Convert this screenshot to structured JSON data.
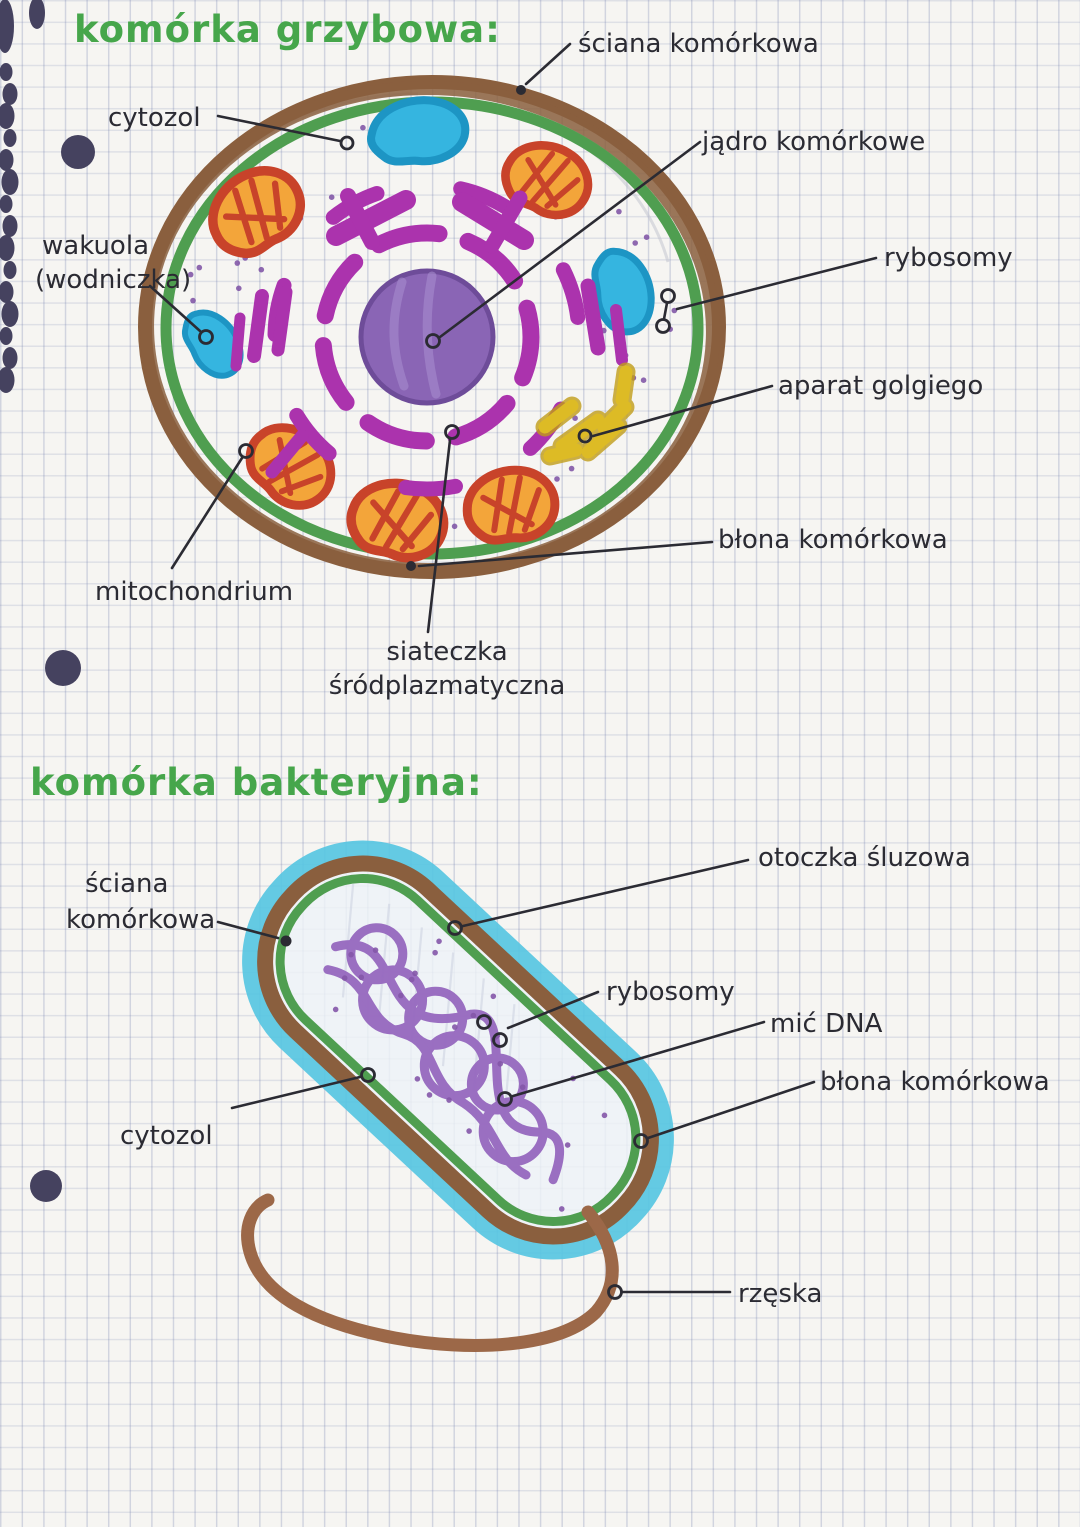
{
  "section1": {
    "title": "komórka grzybowa:",
    "labels": {
      "cell_wall": "ściana komórkowa",
      "cytosol": "cytozol",
      "nucleus": "jądro komórkowe",
      "vacuole_line1": "wakuola",
      "vacuole_line2": "(wodniczka)",
      "ribosomes": "rybosomy",
      "golgi": "aparat golgiego",
      "cell_membrane": "błona komórkowa",
      "mitochondrion": "mitochondrium",
      "er_line1": "siateczka",
      "er_line2": "śródplazmatyczna"
    }
  },
  "section2": {
    "title": "komórka bakteryjna:",
    "labels": {
      "slime_capsule": "otoczka śluzowa",
      "cell_wall_line1": "ściana",
      "cell_wall_line2": "komórkowa",
      "ribosomes": "rybosomy",
      "dna_strand": "mić DNA",
      "cell_membrane": "błona komórkowa",
      "cytosol": "cytozol",
      "flagellum": "rzęska"
    }
  },
  "colors": {
    "title_green": "#46a64b",
    "ink": "#2b2b33",
    "wall_brown": "#8a5f3e",
    "membrane_green": "#4f9e50",
    "vacuole_blue": "#35b5e0",
    "mito_orange": "#f3a53a",
    "mito_red": "#c8432a",
    "er_magenta": "#ab33ad",
    "nucleus_purple": "#8a65b5",
    "golgi_yellow": "#ddbb25",
    "capsule_cyan": "#57c6e2",
    "dna_purple": "#9668bf",
    "flagellum_brown": "#9c6848",
    "binding": "#45425f"
  }
}
